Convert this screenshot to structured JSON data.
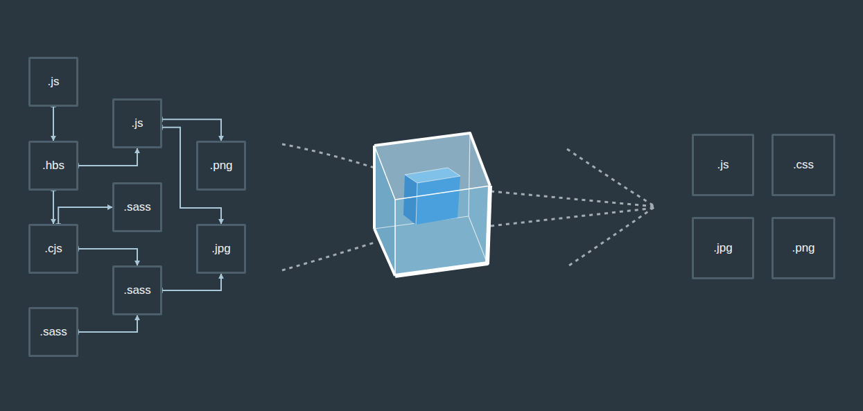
{
  "diagram": {
    "nodes": [
      {
        "text": [
          ".js"
        ]
      },
      {
        "text": [
          ".js"
        ]
      },
      {
        "text": [
          ".hbs"
        ]
      },
      {
        "text": [
          ".png"
        ]
      },
      {
        "text": [
          ".sass"
        ]
      },
      {
        "text": [
          ".cjs"
        ]
      },
      {
        "text": [
          ".jpg"
        ]
      },
      {
        "text": [
          ".sass"
        ]
      },
      {
        "text": [
          ".sass"
        ]
      },
      {
        "text": [
          ".js"
        ]
      },
      {
        "text": [
          ".css"
        ]
      },
      {
        "text": [
          ".jpg"
        ]
      },
      {
        "text": [
          ".png"
        ]
      }
    ],
    "edges": [
      {
        "from": 0,
        "to": 2,
        "arrow": "to"
      },
      {
        "from": 2,
        "to": 1,
        "arrow": "to"
      },
      {
        "from": 1,
        "to": 3,
        "arrow": "to"
      },
      {
        "from": 1,
        "to": 6,
        "arrow": "to"
      },
      {
        "from": 2,
        "to": 5,
        "arrow": "to"
      },
      {
        "from": 5,
        "to": 4,
        "arrow": "to"
      },
      {
        "from": 5,
        "to": 7,
        "arrow": "to"
      },
      {
        "from": 7,
        "to": 6,
        "arrow": "to"
      },
      {
        "from": 8,
        "to": 7,
        "arrow": "to"
      }
    ]
  }
}
